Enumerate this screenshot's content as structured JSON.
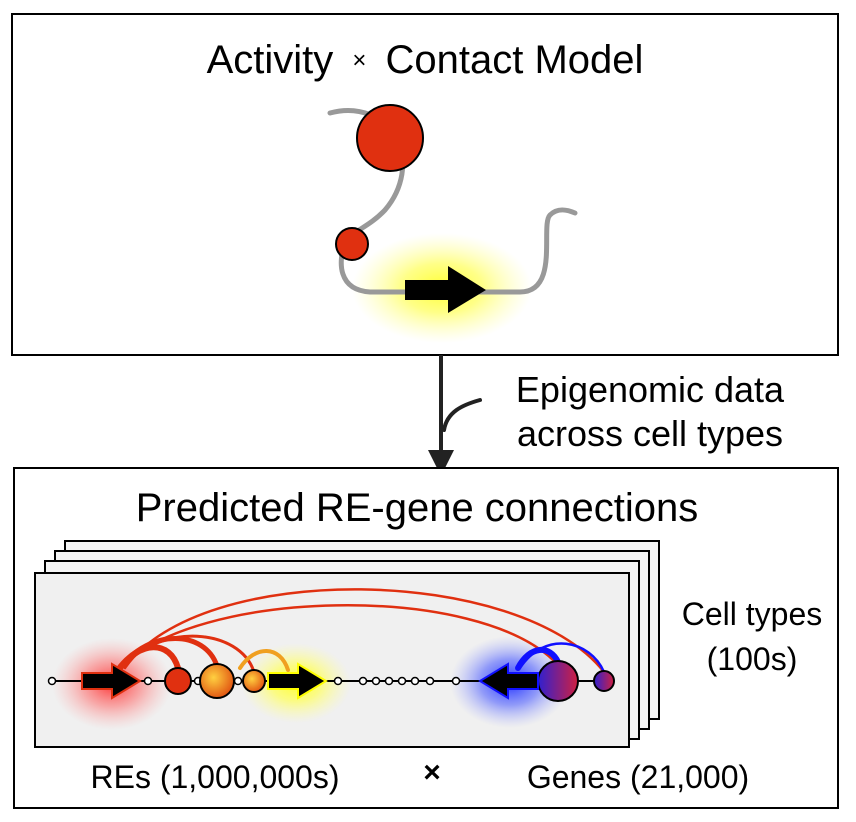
{
  "top_panel": {
    "title_part1": "Activity",
    "title_operator": "×",
    "title_part2": "Contact Model"
  },
  "arrow_label": {
    "line1": "Epigenomic data",
    "line2": "across cell types"
  },
  "bottom_panel": {
    "title": "Predicted RE-gene connections",
    "side_label_line1": "Cell types",
    "side_label_line2": "(100s)",
    "footer_left": "REs (1,000,000s)",
    "footer_operator": "×",
    "footer_right": "Genes (21,000)"
  },
  "colors": {
    "re_red": "#e03010",
    "gene_yellow": "#ffff00",
    "gene_blue": "#1010ff",
    "gene_black": "#000000",
    "chromatin_gray": "#999999",
    "link_orange": "#f0a020"
  }
}
